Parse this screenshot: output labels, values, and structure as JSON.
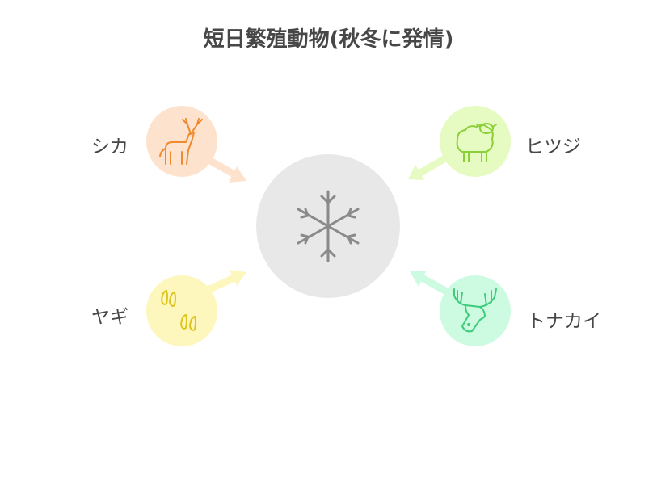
{
  "title": "短日繁殖動物(秋冬に発情)",
  "center": {
    "icon": "snowflake-icon"
  },
  "animals": [
    {
      "label": "シカ",
      "icon": "deer-icon",
      "circle_fill": "#fde3cd",
      "stroke": "#ef8a2e",
      "arrow": "#fde3cd"
    },
    {
      "label": "ヒツジ",
      "icon": "sheep-icon",
      "circle_fill": "#e6fbc2",
      "stroke": "#8ccf3a",
      "arrow": "#e6fbc2"
    },
    {
      "label": "ヤギ",
      "icon": "hoofprints-icon",
      "circle_fill": "#fdf6bd",
      "stroke": "#ddc41e",
      "arrow": "#fdf6bd"
    },
    {
      "label": "トナカイ",
      "icon": "moose-icon",
      "circle_fill": "#cdfbe2",
      "stroke": "#3ecb7a",
      "arrow": "#cdfbe2"
    }
  ]
}
